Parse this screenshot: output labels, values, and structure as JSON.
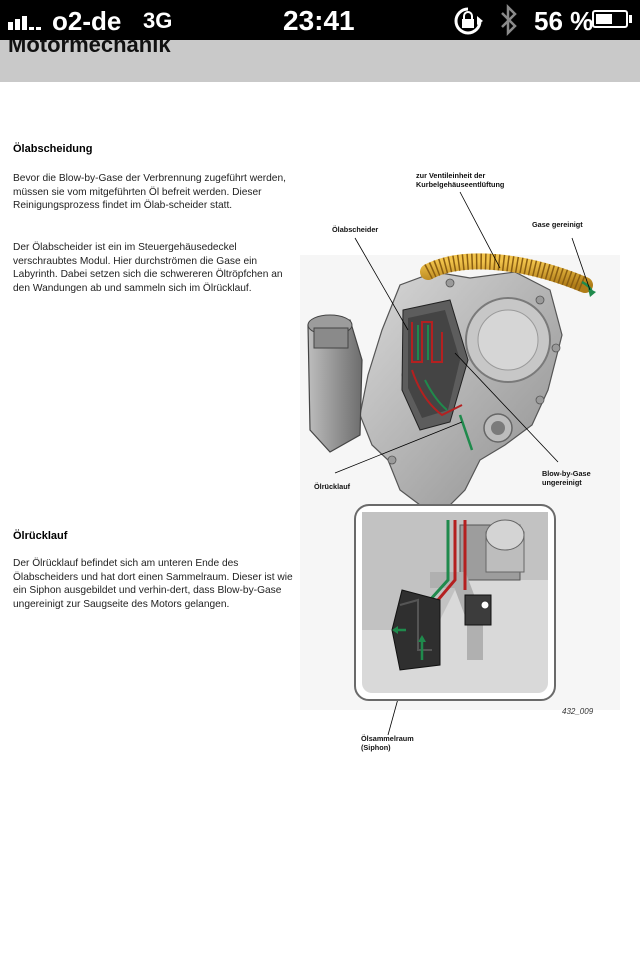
{
  "status_bar": {
    "carrier": "o2-de",
    "network": "3G",
    "time": "23:41",
    "battery_percent": "56 %",
    "battery_level": 0.56,
    "icons": [
      "signal-bars-icon",
      "rotation-lock-icon",
      "bluetooth-icon",
      "battery-icon"
    ]
  },
  "header": {
    "title": "Motormechanik"
  },
  "sections": [
    {
      "heading": "Ölabscheidung",
      "paragraphs": [
        "Bevor die Blow-by-Gase der Verbrennung zugeführt werden, müssen sie vom mitgeführten Öl befreit werden. Dieser Reinigungsprozess findet im Ölab-scheider statt.",
        "Der Ölabscheider ist ein im Steuergehäusedeckel verschraubtes Modul. Hier durchströmen die Gase ein Labyrinth. Dabei setzen sich die schwereren Öltröpfchen an den Wandungen ab und sammeln sich im Ölrücklauf."
      ]
    },
    {
      "heading": "Ölrücklauf",
      "paragraphs": [
        "Der Ölrücklauf befindet sich am unteren Ende des Ölabscheiders und hat dort einen Sammelraum. Dieser ist wie ein Siphon ausgebildet und verhin-dert, dass Blow-by-Gase ungereinigt zur Saugseite des Motors gelangen."
      ]
    }
  ],
  "figure": {
    "labels": {
      "ventil_line1": "zur Ventileinheit der",
      "ventil_line2": "Kurbelgehäuseentlüftung",
      "oelabscheider": "Ölabscheider",
      "gase_gereinigt": "Gase gereinigt",
      "blowby_line1": "Blow-by-Gase",
      "blowby_line2": "ungereinigt",
      "oelruecklauf": "Ölrücklauf",
      "oelsammelraum_line1": "Ölsammelraum",
      "oelsammelraum_line2": "(Siphon)"
    },
    "figure_number": "432_009",
    "colors": {
      "hose": "#d7a32a",
      "oil_path": "#b42020",
      "gas_path": "#1f8a4c",
      "housing": "#b9b9b9"
    }
  }
}
